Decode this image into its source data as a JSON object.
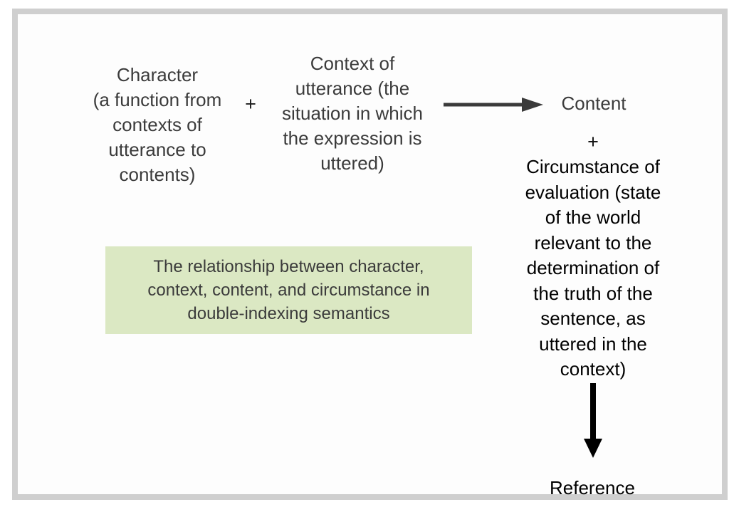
{
  "diagram": {
    "title": "The relationship between character, context, content, and circumstance in double-indexing semantics",
    "frame_color": "#cfcfcf",
    "background": "#ffffff",
    "text_color_gray": "#3b3b3b",
    "text_color_black": "#000000",
    "caption_background": "#dbe8c3",
    "arrow_color_horizontal": "#3a3a3a",
    "arrow_color_vertical": "#000000"
  },
  "nodes": {
    "character": {
      "lines": [
        "Character",
        "(a function from",
        "contexts of",
        "utterance to",
        "contents)"
      ]
    },
    "context": {
      "lines": [
        "Context of",
        "utterance (the",
        "situation in which",
        "the expression is",
        "uttered)"
      ]
    },
    "content": {
      "lines": [
        "Content"
      ]
    },
    "circumstance": {
      "lines": [
        "Circumstance of",
        "evaluation (state",
        "of the world",
        "relevant to the",
        "determination of",
        "the truth of the",
        "sentence, as",
        "uttered in the",
        "context)"
      ]
    },
    "reference": {
      "lines": [
        "Reference"
      ]
    }
  },
  "operators": {
    "plus_left": "+",
    "plus_right": "+"
  },
  "caption": {
    "lines": [
      "The relationship between character,",
      "context, content, and circumstance in",
      "double-indexing semantics"
    ]
  }
}
